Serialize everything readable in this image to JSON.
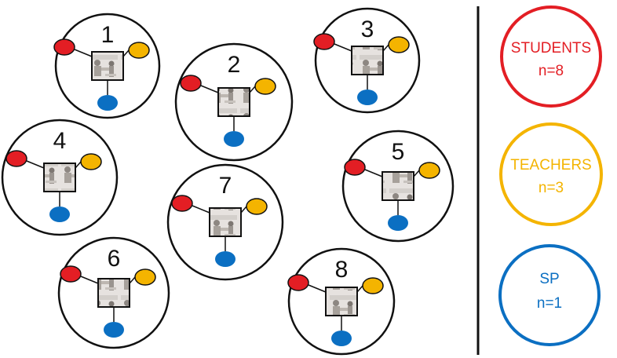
{
  "colors": {
    "students": "#e31e24",
    "teachers": "#f4b400",
    "sp": "#0b6fc2",
    "outline": "#111111"
  },
  "groups": [
    {
      "label": "1"
    },
    {
      "label": "2"
    },
    {
      "label": "3"
    },
    {
      "label": "4"
    },
    {
      "label": "5"
    },
    {
      "label": "6"
    },
    {
      "label": "7"
    },
    {
      "label": "8"
    }
  ],
  "legend": [
    {
      "title": "STUDENTS",
      "count": "n=8",
      "color": "#e31e24"
    },
    {
      "title": "TEACHERS",
      "count": "n=3",
      "color": "#f4b400"
    },
    {
      "title": "SP",
      "count": "n=1",
      "color": "#0b6fc2"
    }
  ]
}
